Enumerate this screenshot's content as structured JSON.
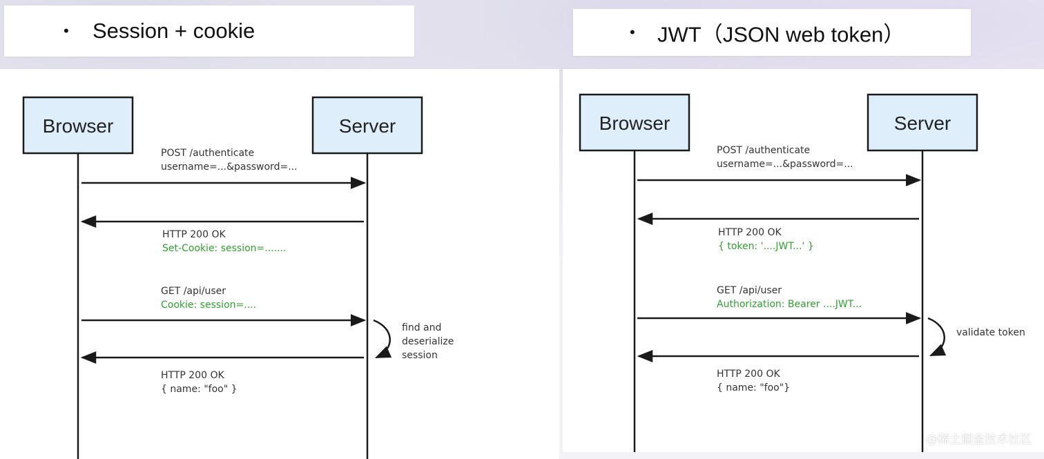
{
  "left": {
    "title": "Session + cookie",
    "browser": "Browser",
    "server": "Server",
    "m1_line1": "POST /authenticate",
    "m1_line2": "username=...&password=...",
    "m2_line1": "HTTP 200 OK",
    "m2_line2": "Set-Cookie: session=.......",
    "m3_line1": "GET /api/user",
    "m3_line2": "Cookie: session=....",
    "note_1": "find and",
    "note_2": "deserialize",
    "note_3": "session",
    "m4_line1": "HTTP 200 OK",
    "m4_line2": "{  name: \"foo\" }"
  },
  "right": {
    "title": "JWT（JSON web token）",
    "browser": "Browser",
    "server": "Server",
    "m1_line1": "POST /authenticate",
    "m1_line2": "username=...&password=...",
    "m2_line1": "HTTP 200 OK",
    "m2_line2": "{ token: '....JWT...' }",
    "m3_line1": "GET /api/user",
    "m3_line2": "Authorization: Bearer ....JWT...",
    "note_1": "validate token",
    "m4_line1": "HTTP 200 OK",
    "m4_line2": "{ name: \"foo\"}"
  },
  "watermark": "@稀土掘金技术社区",
  "colors": {
    "box_fill": "#deeefa",
    "line": "#1a1a1a",
    "green_text": "#2ea12e"
  }
}
